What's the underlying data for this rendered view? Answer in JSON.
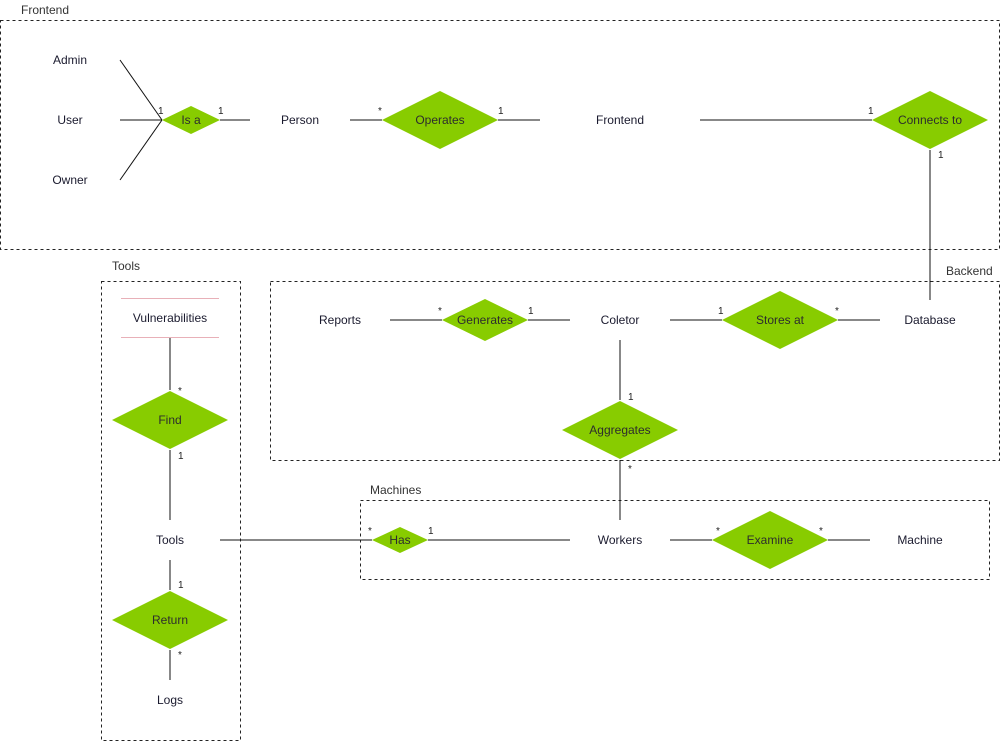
{
  "colors": {
    "relationship_fill": "#88cc00"
  },
  "groups": {
    "frontend": "Frontend",
    "backend": "Backend",
    "tools": "Tools",
    "machines": "Machines"
  },
  "entities": {
    "admin": "Admin",
    "user": "User",
    "owner": "Owner",
    "person": "Person",
    "frontend": "Frontend",
    "reports": "Reports",
    "coletor": "Coletor",
    "database": "Database",
    "vulnerabilities": "Vulnerabilities",
    "tools": "Tools",
    "logs": "Logs",
    "workers": "Workers",
    "machine": "Machine"
  },
  "relationships": {
    "is_a": "Is a",
    "operates": "Operates",
    "connects_to": "Connects to",
    "generates": "Generates",
    "stores_at": "Stores at",
    "aggregates": "Aggregates",
    "find": "Find",
    "return": "Return",
    "has": "Has",
    "examine": "Examine"
  },
  "cardinalities": {
    "is_a_left": "1",
    "is_a_right": "1",
    "operates_left": "*",
    "operates_right": "1",
    "connects_left": "1",
    "connects_bottom": "1",
    "generates_left": "*",
    "generates_right": "1",
    "stores_left": "1",
    "stores_right": "*",
    "aggregates_top": "1",
    "aggregates_bottom": "*",
    "find_top": "*",
    "find_bottom": "1",
    "return_top": "1",
    "return_bottom": "*",
    "has_left": "*",
    "has_right": "1",
    "examine_left": "*",
    "examine_right": "*"
  }
}
